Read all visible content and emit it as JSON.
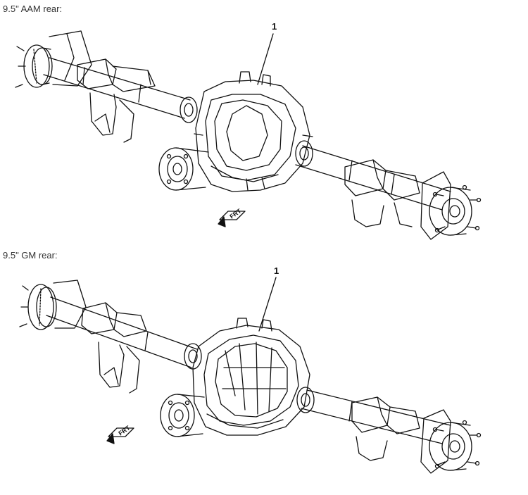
{
  "sections": [
    {
      "caption": "9.5\" AAM rear:",
      "callout": "1",
      "front_marker": "FRT"
    },
    {
      "caption": "9.5\" GM rear:",
      "callout": "1",
      "front_marker": "FRT"
    }
  ]
}
